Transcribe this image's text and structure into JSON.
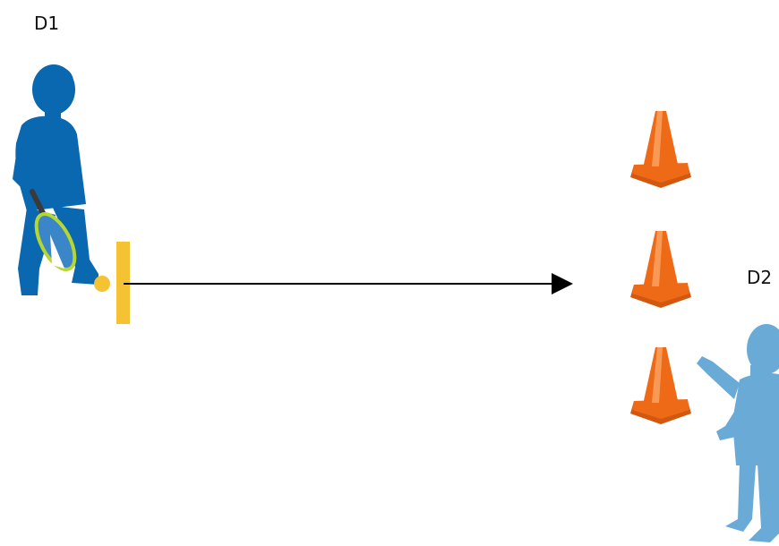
{
  "labels": {
    "d1": "D1",
    "d2": "D2"
  },
  "colors": {
    "player_d1": "#0a68b0",
    "player_d2": "#6aaad6",
    "cone": "#ef6a17",
    "cone_base": "#d2570f",
    "cone_highlight": "#f89a55",
    "start_marker": "#f5c233",
    "ball": "#f5c233",
    "racket_frame": "#b6d630",
    "racket_strings": "#3a86c8",
    "arrow": "#000000"
  },
  "icons": {
    "player_d1": "child-with-racket-icon",
    "player_d2": "child-catching-icon",
    "cone": "traffic-cone-icon",
    "ball": "tennis-ball-icon",
    "marker": "start-line-marker"
  }
}
